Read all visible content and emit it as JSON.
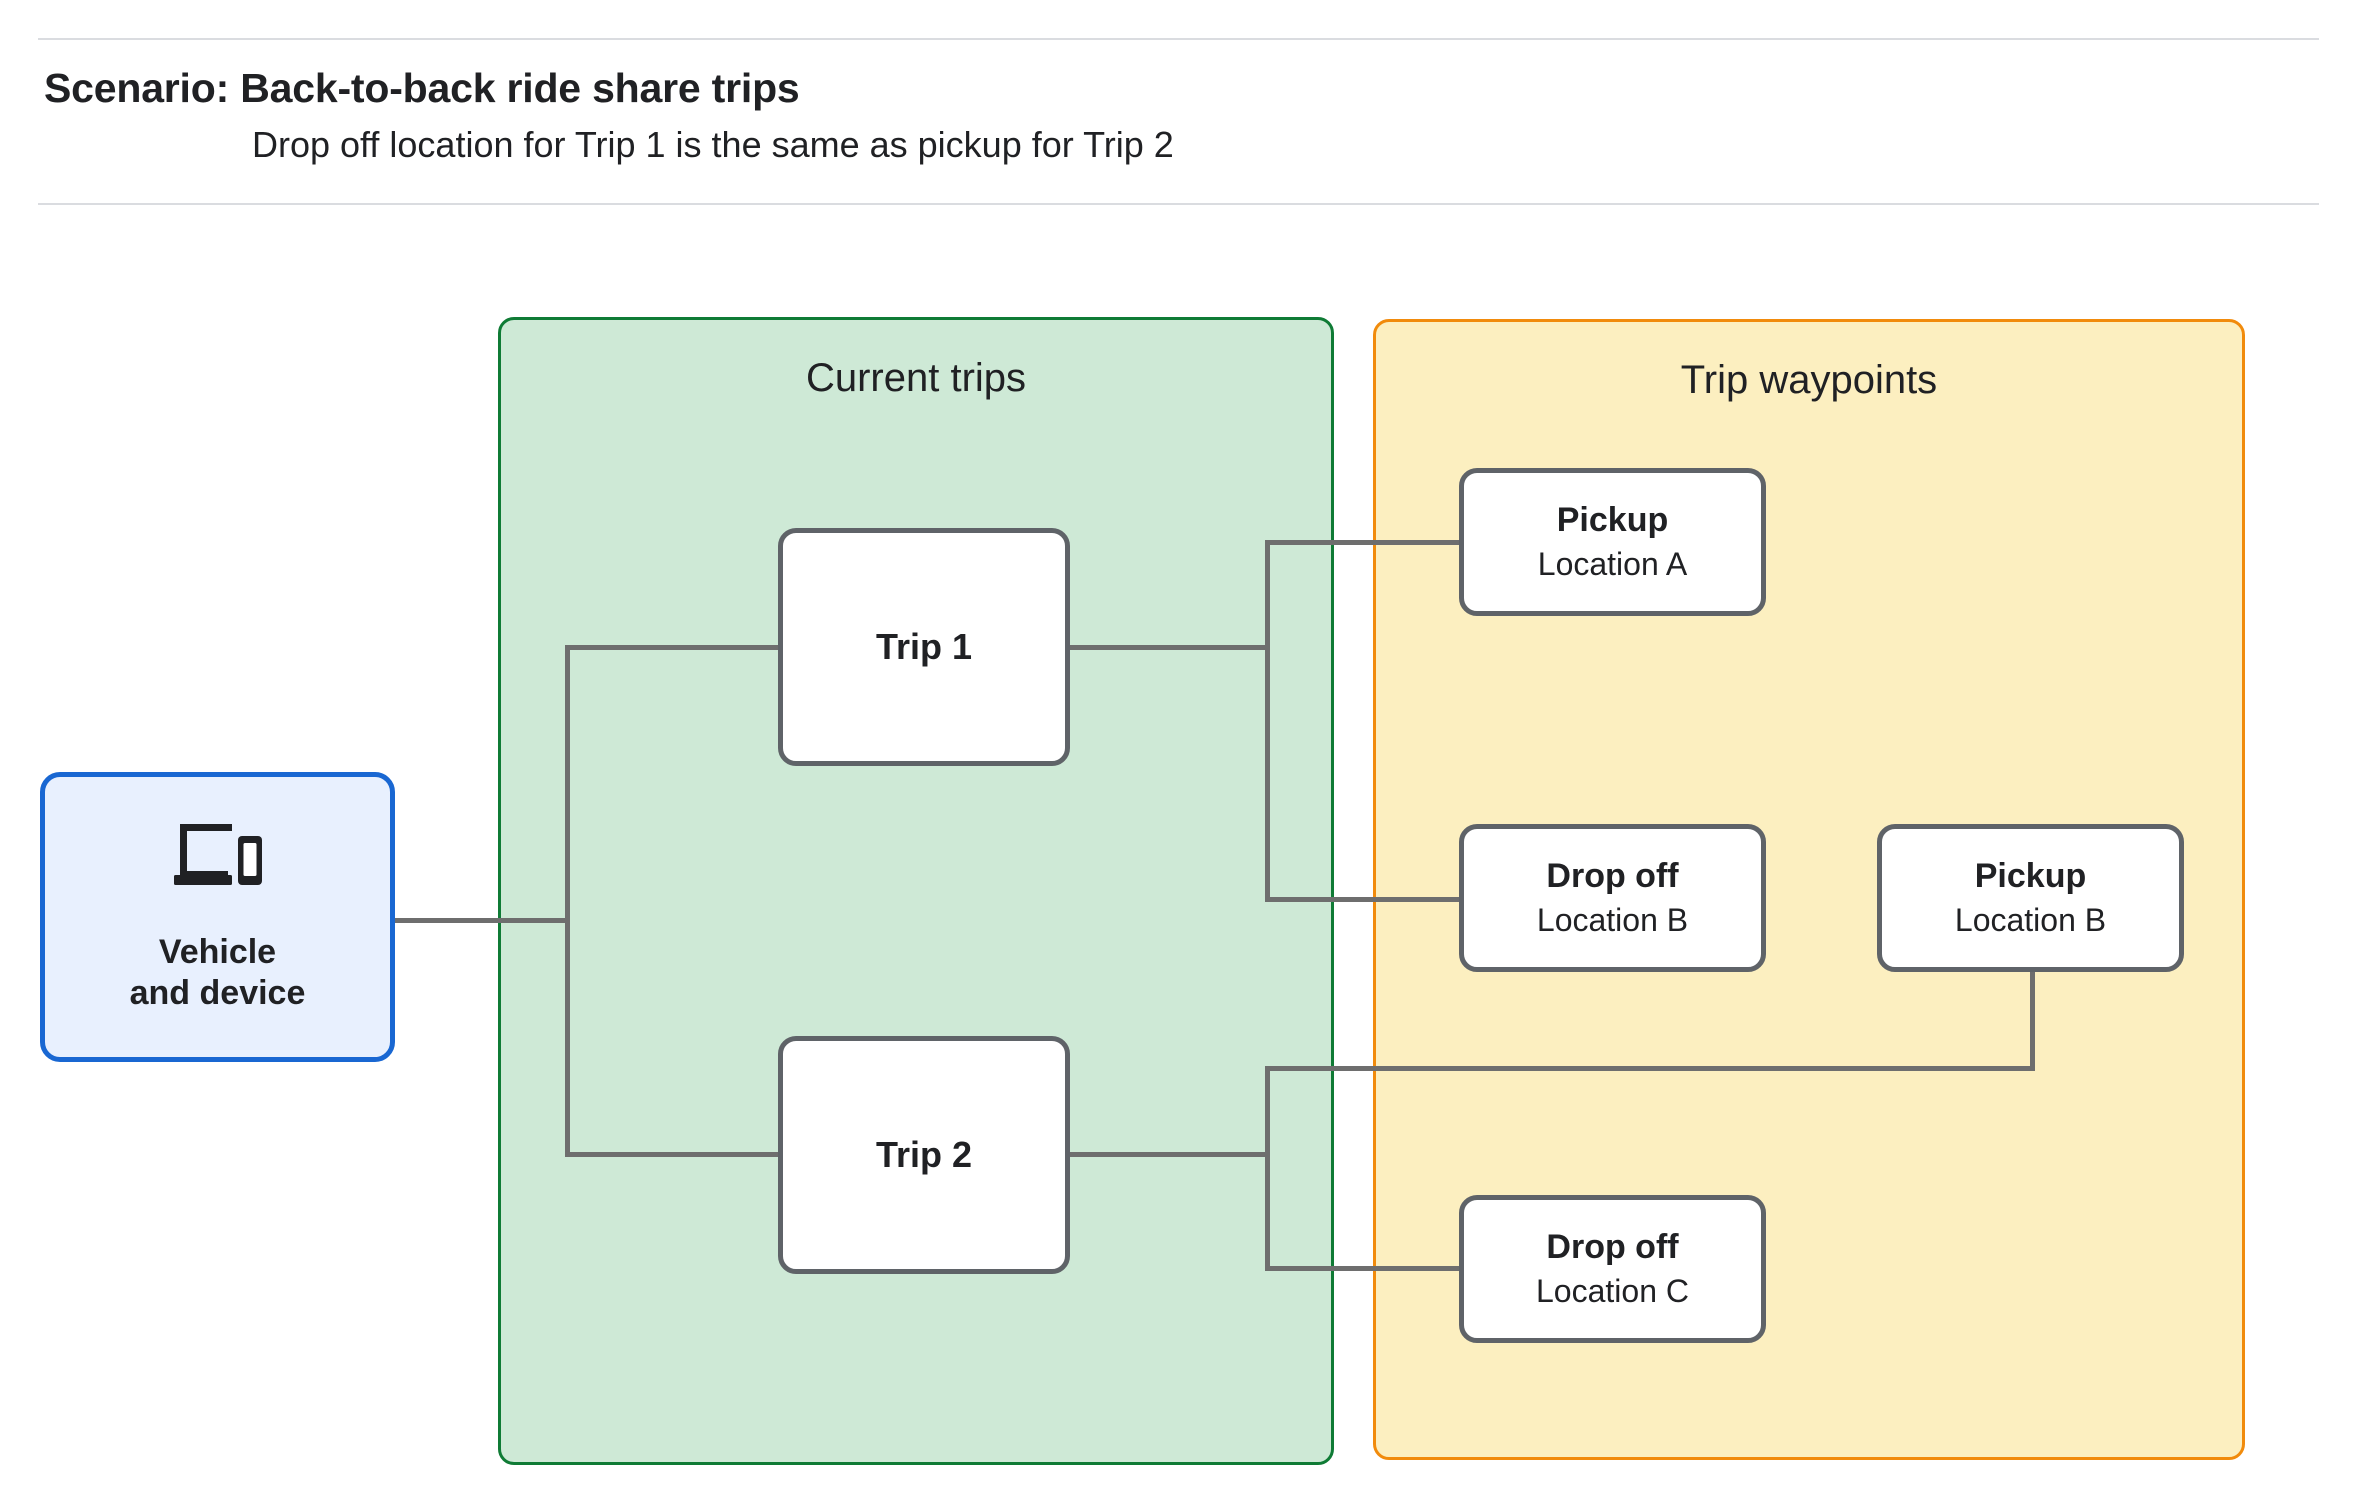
{
  "header": {
    "title": "Scenario: Back-to-back ride share trips",
    "subtitle": "Drop off  location for Trip 1 is the same as pickup for Trip 2"
  },
  "panels": {
    "current_trips": {
      "title": "Current trips",
      "fill": "#cee9d6",
      "border": "#0f7b35"
    },
    "trip_waypoints": {
      "title": "Trip waypoints",
      "fill": "#fcefc0",
      "border": "#f18b0c"
    }
  },
  "vehicle": {
    "icon": "devices-icon",
    "label": "Vehicle\nand device",
    "fill": "#e8f0fe",
    "border": "#1967d2"
  },
  "trips": [
    {
      "label": "Trip 1"
    },
    {
      "label": "Trip 2"
    }
  ],
  "waypoints": [
    {
      "type": "Pickup",
      "location": "Location A"
    },
    {
      "type": "Drop off",
      "location": "Location B"
    },
    {
      "type": "Pickup",
      "location": "Location B"
    },
    {
      "type": "Drop off",
      "location": "Location C"
    }
  ],
  "connector_color": "#6e6e6e"
}
